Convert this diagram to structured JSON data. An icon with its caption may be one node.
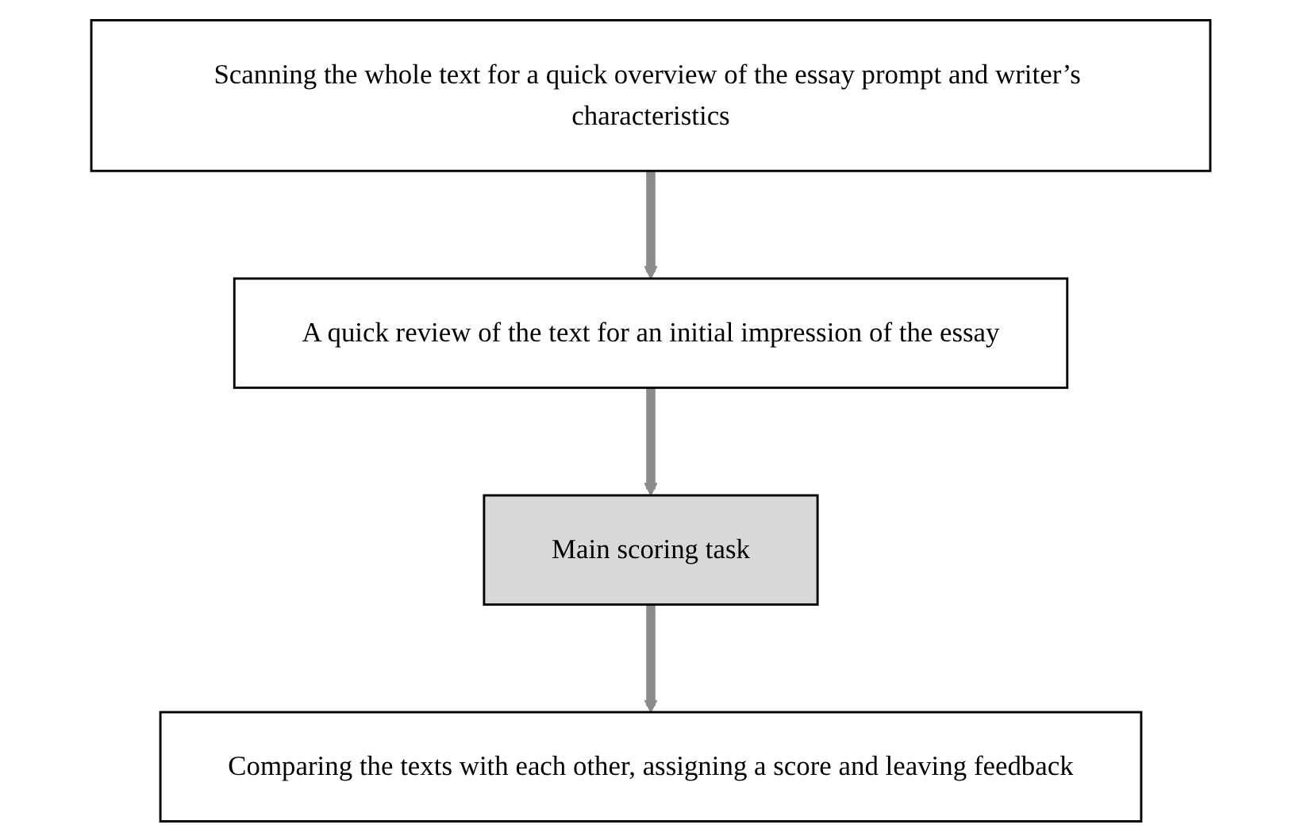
{
  "diagram": {
    "nodes": [
      {
        "text": [
          "Scanning the whole text for a quick overview of the essay prompt and writer’s characteristics"
        ]
      },
      {
        "text": [
          "A quick review of the text for an initial impression of the essay"
        ]
      },
      {
        "text": [
          "Main scoring task"
        ]
      },
      {
        "text": [
          "Comparing the texts with each other, assigning a score and leaving feedback"
        ]
      }
    ],
    "edges": [
      {
        "from": 0,
        "to": 1,
        "arrow": "to"
      },
      {
        "from": 1,
        "to": 2,
        "arrow": "to"
      },
      {
        "from": 2,
        "to": 3,
        "arrow": "to"
      }
    ]
  }
}
